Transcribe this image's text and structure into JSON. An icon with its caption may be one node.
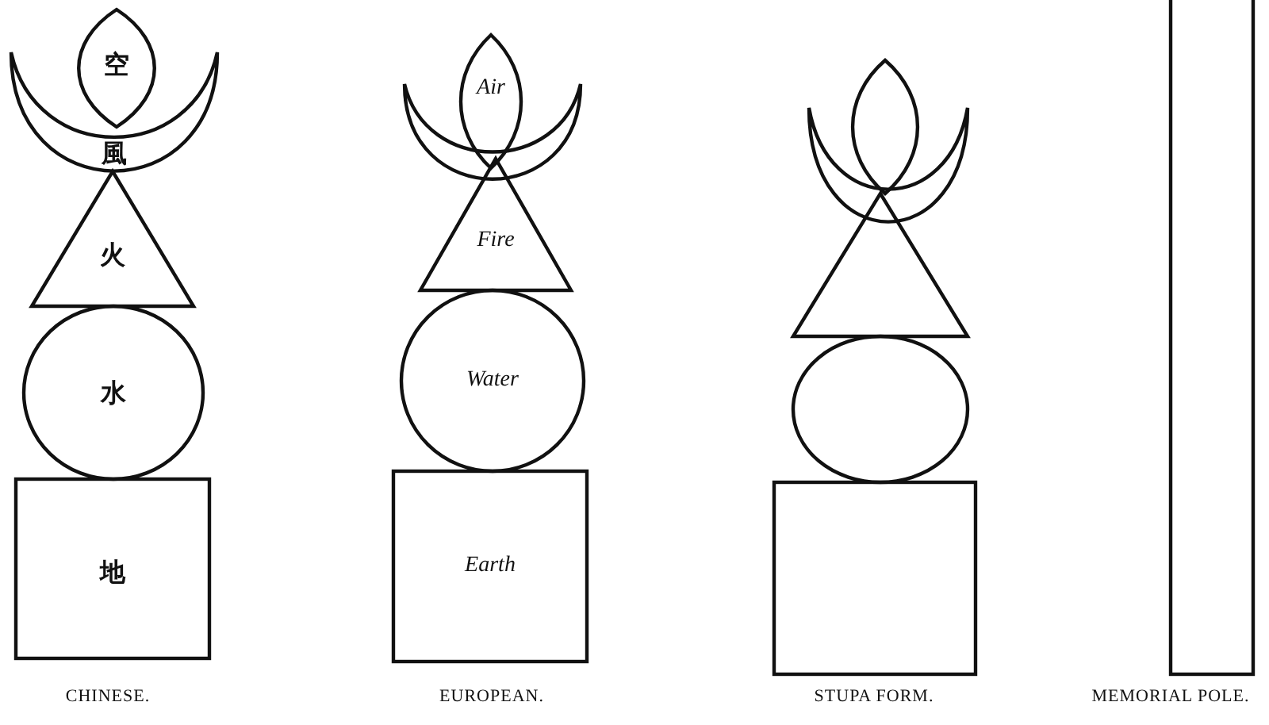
{
  "diagram": {
    "nodes": [
      {
        "text": [
          "空"
        ]
      },
      {
        "text": [
          "風"
        ]
      },
      {
        "text": [
          "火"
        ]
      },
      {
        "text": [
          "水"
        ]
      },
      {
        "text": [
          "地"
        ]
      },
      {
        "text": [
          "Air"
        ]
      },
      {
        "text": [],
        "shape": "crescent"
      },
      {
        "text": [
          "Fire"
        ]
      },
      {
        "text": [
          "Water"
        ]
      },
      {
        "text": [
          "Earth"
        ]
      },
      {
        "text": [],
        "shape": "lens"
      },
      {
        "text": [],
        "shape": "crescent"
      },
      {
        "text": [],
        "shape": "triangle"
      },
      {
        "text": [],
        "shape": "circle"
      },
      {
        "text": [],
        "shape": "box"
      },
      {
        "text": [],
        "shape": "bar"
      }
    ],
    "labels": [
      "CHINESE.",
      "EUROPEAN.",
      "STUPA FORM.",
      "MEMORIAL POLE."
    ]
  }
}
